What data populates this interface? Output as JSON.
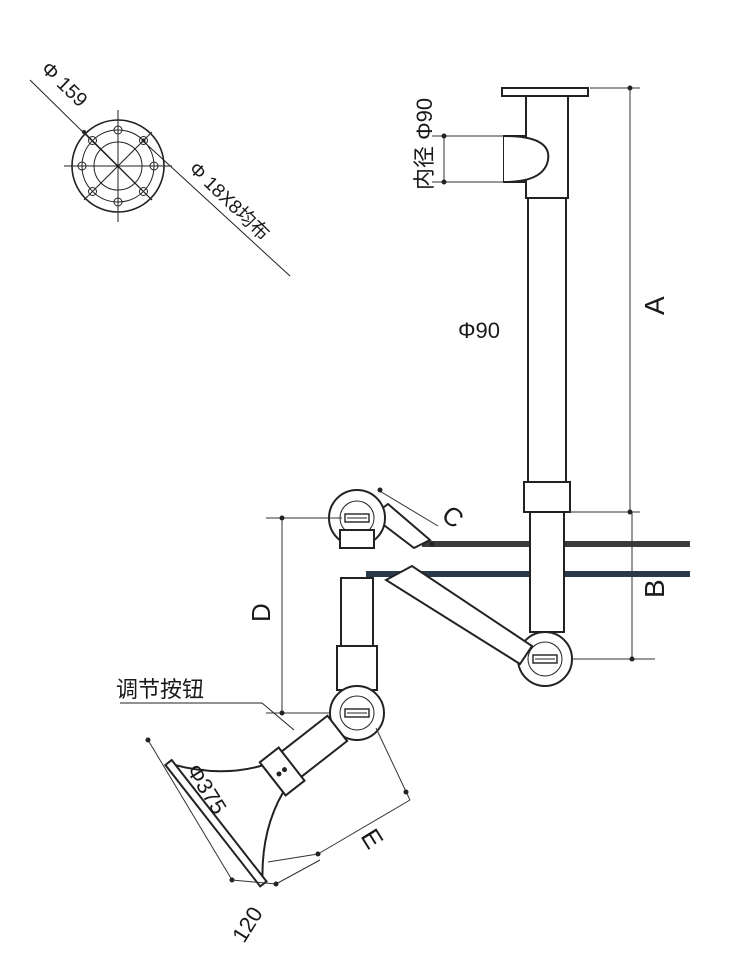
{
  "flange": {
    "outer_dia_label": "Φ 159",
    "holes_label": "Φ 18X8均布"
  },
  "column": {
    "inner_dia_label": "内径 Φ90",
    "pipe_dia_label": "Φ90"
  },
  "dimensions": {
    "a": "A",
    "b": "B",
    "c": "C",
    "d": "D",
    "e": "E",
    "hood_dia": "Φ375",
    "hood_depth": "120"
  },
  "callouts": {
    "adjust_knob": "调节按钮"
  },
  "colors": {
    "line": "#222222",
    "ceiling_dark": "#3b3b3b",
    "ceiling_blue": "#2a3a4a"
  }
}
